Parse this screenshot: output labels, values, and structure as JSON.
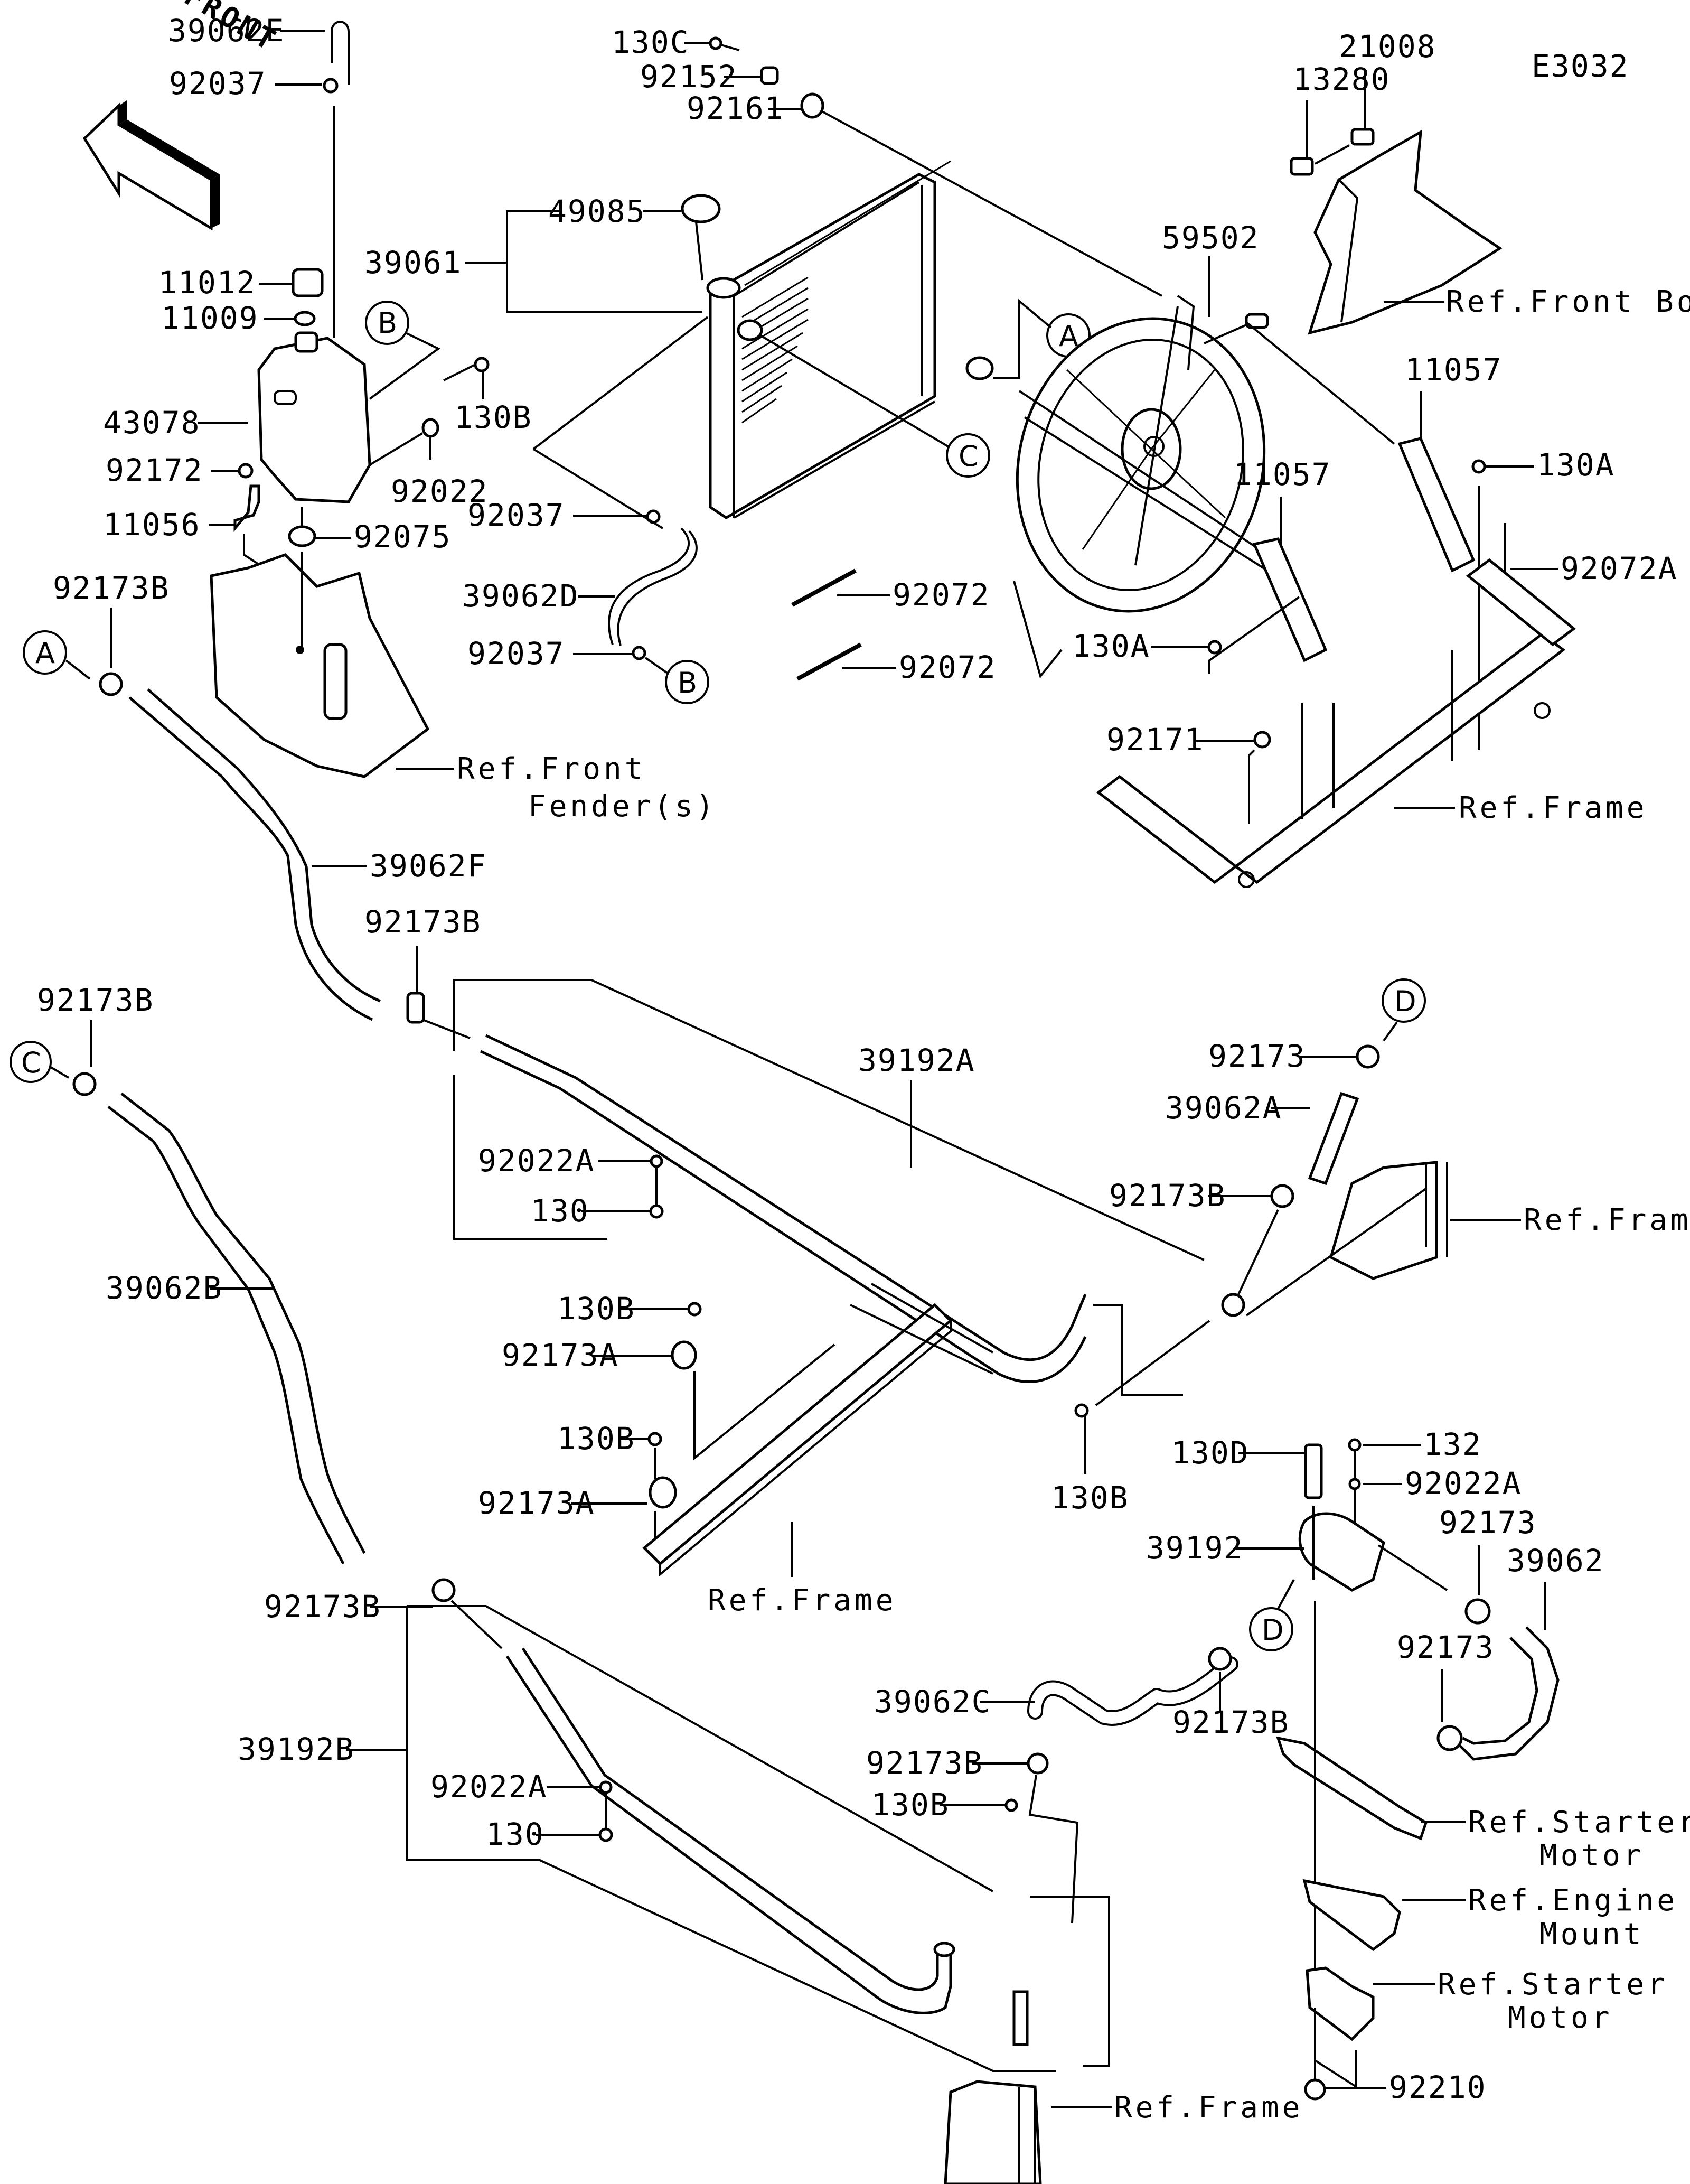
{
  "diagram": {
    "title_code": "E3032",
    "front_arrow_label": "FRONT",
    "part_labels": {
      "p39062E": "39062E",
      "p92037_top": "92037",
      "p11012": "11012",
      "p11009": "11009",
      "p43078": "43078",
      "p92172": "92172",
      "p11056": "11056",
      "p92022": "92022",
      "p130B_tank": "130B",
      "p92075": "92075",
      "p39061": "39061",
      "p49085": "49085",
      "p130C": "130C",
      "p92152": "92152",
      "p92161": "92161",
      "p59502": "59502",
      "p13280": "13280",
      "p21008": "21008",
      "p11057_right": "11057",
      "p11057_left": "11057",
      "p130A_right": "130A",
      "p130A_left": "130A",
      "p92072A": "92072A",
      "p92171": "92171",
      "p92037_mid1": "92037",
      "p39062D": "39062D",
      "p92037_mid2": "92037",
      "p92072_1": "92072",
      "p92072_2": "92072",
      "p92173B_a": "92173B",
      "p39062F": "39062F",
      "p92173B_b": "92173B",
      "p92173B_c": "92173B",
      "p39192A": "39192A",
      "p92173_d": "92173",
      "p39062A": "39062A",
      "p92173B_d": "92173B",
      "p92022A_1": "92022A",
      "p130_1": "130",
      "p39062B": "39062B",
      "p130B_1": "130B",
      "p92173A_1": "92173A",
      "p130B_2": "130B",
      "p92173A_2": "92173A",
      "p130B_3": "130B",
      "p130D": "130D",
      "p132": "132",
      "p92022A_2": "92022A",
      "p92173_e": "92173",
      "p39192": "39192",
      "p39062": "39062",
      "p92173_f": "92173",
      "p92173B_e": "92173B",
      "p92173B_f": "92173B",
      "p39192B": "39192B",
      "p92022A_3": "92022A",
      "p130_2": "130",
      "p39062C": "39062C",
      "p92173B_g": "92173B",
      "p130B_4": "130B",
      "p92210": "92210"
    },
    "ref_labels": {
      "front_box": "Ref.Front Box",
      "front_fender_1": "Ref.Front",
      "front_fender_2": "Fender(s)",
      "frame_1": "Ref.Frame",
      "frame_2": "Ref.Frame",
      "frame_3": "Ref.Frame",
      "frame_4": "Ref.Frame",
      "starter_1a": "Ref.Starter",
      "starter_1b": "Motor",
      "engine_mount_a": "Ref.Engine",
      "engine_mount_b": "Mount",
      "starter_2a": "Ref.Starter",
      "starter_2b": "Motor"
    },
    "connector_markers": {
      "A": "A",
      "B": "B",
      "C": "C",
      "D": "D"
    }
  }
}
